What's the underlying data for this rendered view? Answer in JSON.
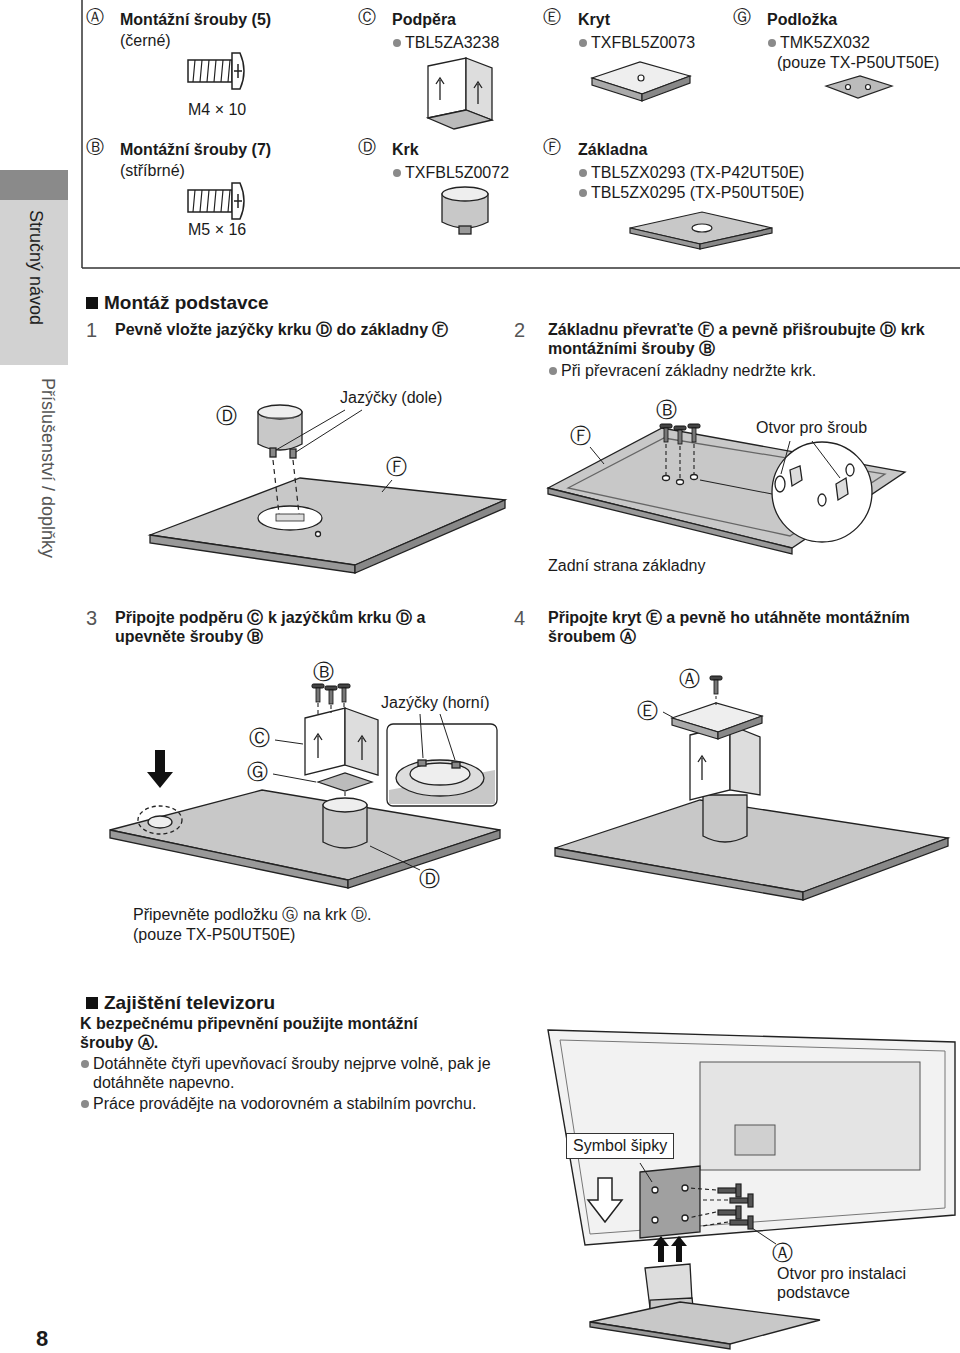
{
  "diagram": {
    "nodes": [
      {
        "text": [
          "Stručný návod"
        ]
      },
      {
        "text": [
          "Symbol šipky"
        ]
      }
    ],
    "labels": [
      "Ⓐ",
      "Montážní šrouby (5)",
      "(černé)",
      "M4 × 10",
      "Ⓑ",
      "Montážní šrouby (7)",
      "(stříbrné)",
      "M5 × 16",
      "Ⓒ",
      "Podpěra",
      "TBL5ZA3238",
      "Ⓓ",
      "Krk",
      "TXFBL5Z0072",
      "Ⓔ",
      "Kryt",
      "TXFBL5Z0073",
      "Ⓕ",
      "Základna",
      "TBL5ZX0293 (TX-P42UT50E)",
      "TBL5ZX0295 (TX-P50UT50E)",
      "Ⓖ",
      "Podložka",
      "TMK5ZX032",
      "(pouze TX-P50UT50E)",
      "Montáž podstavce",
      "1",
      "Pevně vložte jazýčky krku Ⓓ do základny Ⓕ",
      "Ⓓ",
      "Jazýčky (dole)",
      "Ⓕ",
      "2",
      "Základnu převraťte Ⓕ a pevně přišroubujte Ⓓ krk montážními šrouby Ⓑ",
      "Při převracení základny nedržte krk.",
      "Ⓑ",
      "Ⓕ",
      "Otvor pro šroub",
      "Zadní strana základny",
      "3",
      "Připojte podpěru Ⓒ k jazýčkům krku Ⓓ a upevněte šrouby Ⓑ",
      "Ⓑ",
      "Jazýčky (horní)",
      "Ⓒ",
      "Ⓖ",
      "Ⓓ",
      "Připevněte podložku Ⓖ na krk Ⓓ.",
      "(pouze TX-P50UT50E)",
      "4",
      "Připojte kryt Ⓔ a pevně ho utáhněte montážním šroubem Ⓐ",
      "Ⓐ",
      "Ⓔ",
      "Zajištění televizoru",
      "K bezpečnému připevnění použijte montážní šrouby Ⓐ.",
      "Dotáhněte čtyři upevňovací šrouby nejprve volně, pak je dotáhněte napevno.",
      "Práce provádějte na vodorovném a stabilním povrchu.",
      "Ⓐ",
      "Otvor pro instalaci podstavce",
      "Příslušenství / doplňky",
      "8"
    ]
  }
}
